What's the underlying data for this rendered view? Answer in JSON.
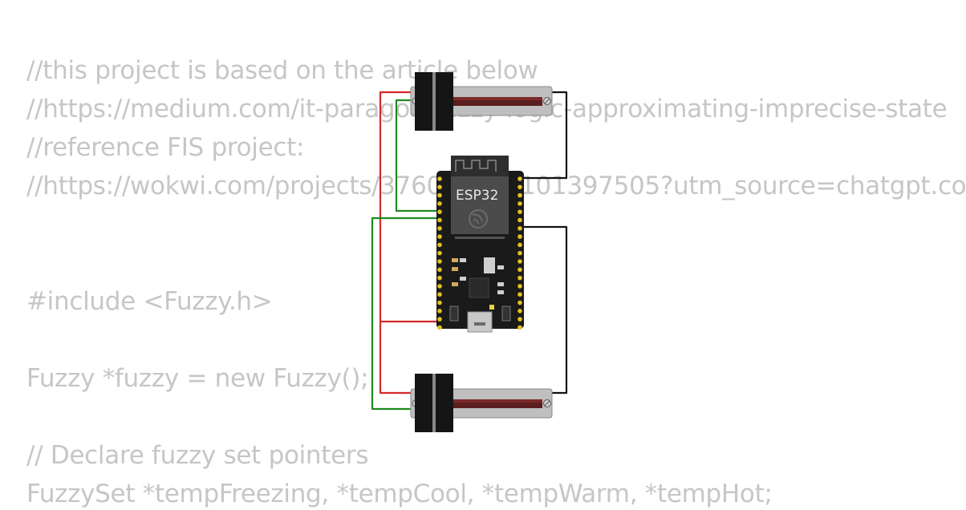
{
  "code": {
    "lines": [
      "//this project is based on the article below",
      "//https://medium.com/it-paragon/fuzzy-logic-approximating-imprecise-state",
      "//reference FIS project:",
      "//https://wokwi.com/projects/376011012101397505?utm_source=chatgpt.co",
      "#include <Fuzzy.h>",
      "Fuzzy *fuzzy = new Fuzzy();",
      "// Declare fuzzy set pointers",
      "FuzzySet *tempFreezing, *tempCool, *tempWarm, *tempHot;"
    ]
  },
  "board": {
    "label": "ESP32"
  },
  "colors": {
    "code_text": "#c6c6c6",
    "wire_red": "#d42a2a",
    "wire_green": "#1e8a1e",
    "wire_black": "#111111",
    "board": "#1a1a1a",
    "pin": "#e3c224"
  }
}
